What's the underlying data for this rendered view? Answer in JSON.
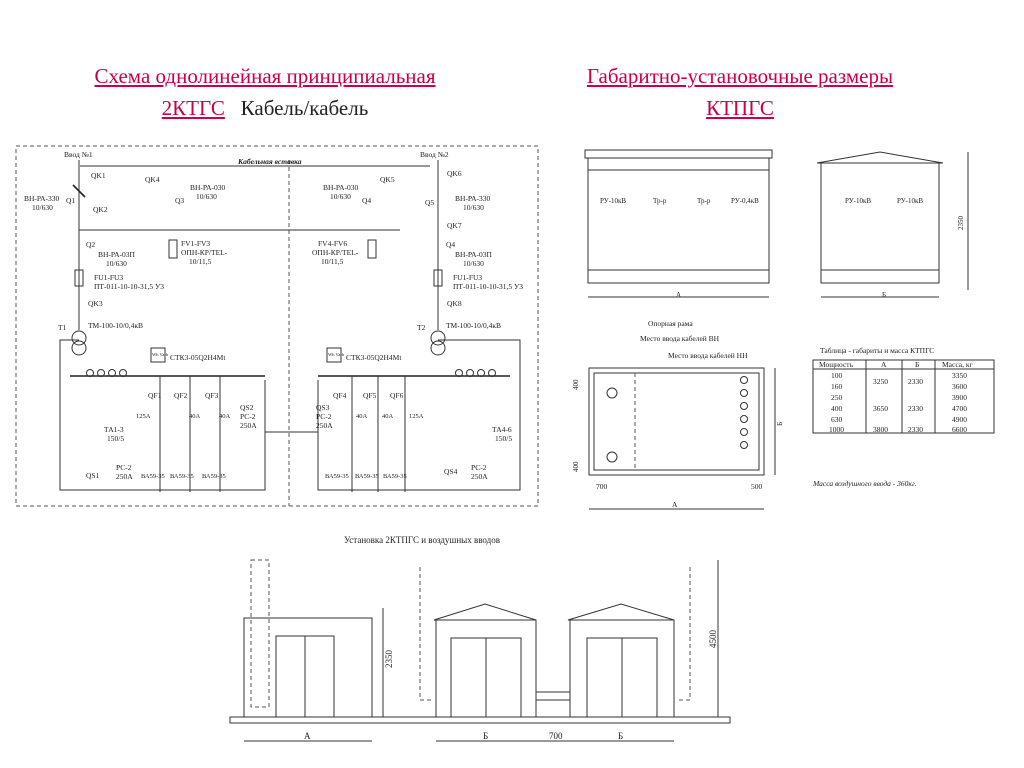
{
  "titles": {
    "left_line1": "Схема однолинейная принципиальная",
    "left_line2a": "2КТГС",
    "left_line2b": "Кабель/кабель",
    "right_line1": "Габаритно-установочные размеры",
    "right_line2": "КТПГС"
  },
  "schematic": {
    "input1": "Ввод №1",
    "input2": "Ввод №2",
    "cable_insert": "Кабельная вставка",
    "left": {
      "qk1": "QK1",
      "q1": "Q1",
      "vn_ra330": "ВН-РА-330",
      "vn_ra330_rating": "10/630",
      "qk2": "QK2",
      "qk4": "QK4",
      "q3": "Q3",
      "vn_ra030": "ВН-РА-030",
      "vn_ra030_rating": "10/630",
      "fv": "FV1-FV3",
      "opn": "ОПН-КР/TEL-",
      "opn_rating": "10/11,5",
      "q2": "Q2",
      "vn_ra03p": "ВН-РА-03П",
      "vn_ra03p_rating": "10/630",
      "fu": "FU1-FU3",
      "fu_type": "ПТ-011-10-10-31,5 У3",
      "qk3": "QK3",
      "t": "T1",
      "tm": "ТМ-100-10/0,4кВ",
      "meter_box": "Wh Varh",
      "meter": "СТК3-05Q2Н4Мt",
      "qf": [
        "QF1",
        "QF2",
        "QF3"
      ],
      "qs2": "QS2",
      "qs2_type": "РС-2",
      "qs2_rating": "250А",
      "ta": "ТА1-3",
      "ta_rating": "150/5",
      "qs1": "QS1",
      "qs1_type": "РС-2",
      "qs1_rating": "250А",
      "ba": [
        "ВА59-35",
        "ВА59-35",
        "ВА59-35"
      ],
      "ba_ratings": [
        "125А",
        "40А",
        "40А"
      ]
    },
    "right": {
      "vn_ra030": "ВН-РА-030",
      "vn_ra030_rating": "10/630",
      "q4": "Q4",
      "qk5": "QK5",
      "qk6": "QK6",
      "q5": "Q5",
      "vn_ra330": "ВН-РА-330",
      "vn_ra330_rating": "10/630",
      "qk7": "QK7",
      "fv": "FV4-FV6",
      "opn": "ОПН-КР/TEL-",
      "opn_rating": "10/11,5",
      "q4b": "Q4",
      "vn_ra03p": "ВН-РА-03П",
      "vn_ra03p_rating": "10/630",
      "fu": "FU1-FU3",
      "fu_type": "ПТ-011-10-10-31,5 У3",
      "qk8": "QK8",
      "t": "T2",
      "tm": "ТМ-100-10/0,4кВ",
      "meter_box": "Wh Varh",
      "meter": "СТК3-05Q2Н4Мt",
      "qs3": "QS3",
      "qs3_type": "РС-2",
      "qs3_rating": "250А",
      "qf": [
        "QF4",
        "QF5",
        "QF6"
      ],
      "ta": "ТА4-6",
      "ta_rating": "150/5",
      "qs4": "QS4",
      "qs4_type": "РС-2",
      "qs4_rating": "250А",
      "ba": [
        "ВА59-35",
        "ВА59-35",
        "ВА59-35"
      ],
      "ba_ratings": [
        "40А",
        "40А",
        "125А"
      ]
    }
  },
  "elevations": {
    "front": {
      "labels": [
        "РУ-10кВ",
        "Тр-р",
        "Тр-р",
        "РУ-0,4кВ"
      ],
      "dim": "А"
    },
    "side": {
      "labels": [
        "РУ-10кВ",
        "РУ-10кВ"
      ],
      "dim": "Б",
      "height": "2350"
    }
  },
  "plan": {
    "frame": "Опорная рама",
    "hv_entry": "Место ввода кабелей ВН",
    "lv_entry": "Место ввода кабелей НН",
    "dim_400_top": "400",
    "dim_400_bottom": "400",
    "dim_700": "700",
    "dim_500": "500",
    "dim_a": "А",
    "dim_b": "Б"
  },
  "table": {
    "caption": "Таблица  - габариты и масса КТПГС",
    "headers": [
      "Мощность",
      "А",
      "Б",
      "Масса, кг"
    ],
    "power": [
      "100",
      "160",
      "250",
      "400",
      "630",
      "1000"
    ],
    "a": [
      "3250",
      "3650",
      "3800"
    ],
    "b": [
      "2330",
      "2330",
      "2330"
    ],
    "mass": [
      "3350",
      "3600",
      "3900",
      "4700",
      "4900",
      "6600"
    ],
    "note": "Масса воздушного ввода - 360кг."
  },
  "installation": {
    "title": "Установка 2КТПГС и воздушных вводов",
    "dim_2350": "2350",
    "dim_4500": "4500",
    "dim_a": "А",
    "dim_b1": "Б",
    "dim_700": "700",
    "dim_b2": "Б"
  }
}
